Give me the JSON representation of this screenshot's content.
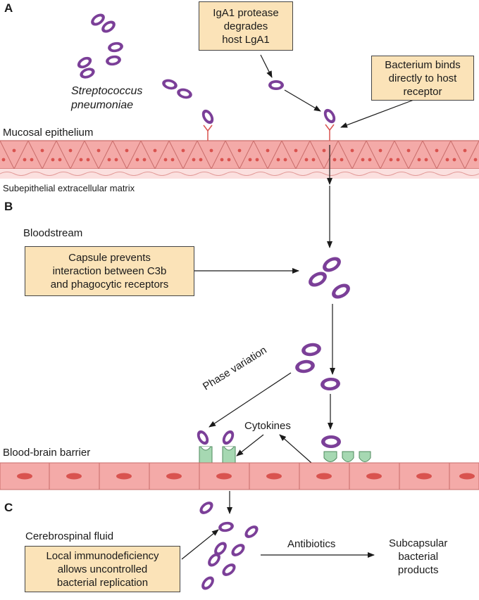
{
  "sections": {
    "a": "A",
    "b": "B",
    "c": "C"
  },
  "labels": {
    "organism": "Streptococcus\npneumoniae",
    "mucosal_epithelium": "Mucosal epithelium",
    "subepithelial_matrix": "Subepithelial extracellular matrix",
    "bloodstream": "Bloodstream",
    "phase_variation": "Phase variation",
    "cytokines": "Cytokines",
    "blood_brain_barrier": "Blood-brain barrier",
    "cerebrospinal_fluid": "Cerebrospinal fluid",
    "antibiotics": "Antibiotics",
    "products": "Subcapsular\nbacterial\nproducts"
  },
  "boxes": {
    "iga_protease": "IgA1 protease\ndegrades\nhost LgA1",
    "binds_receptor": "Bacterium binds\ndirectly to host\nreceptor",
    "capsule": "Capsule prevents\ninteraction between C3b\nand phagocytic receptors",
    "immunodeficiency": "Local immunodeficiency\nallows uncontrolled\nbacterial replication"
  },
  "colors": {
    "bacterium_outline": "#7b3f98",
    "bacterium_fill": "#ffffff",
    "epithelium": "#f4aaa8",
    "cell_nucleus": "#d9534f",
    "receptor_green": "#a6d8b2",
    "box_fill": "#fbe3b8"
  }
}
